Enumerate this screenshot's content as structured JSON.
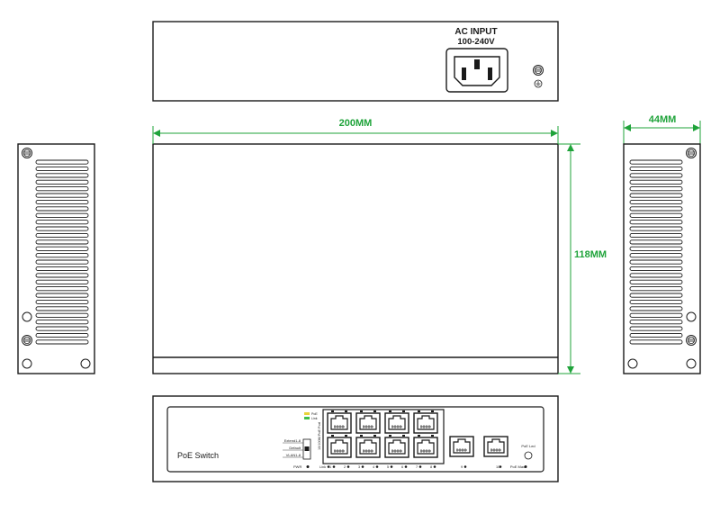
{
  "rear_panel": {
    "ac_title": "AC INPUT",
    "ac_voltage": "100-240V"
  },
  "dimensions": {
    "width": "200MM",
    "depth": "118MM",
    "height": "44MM"
  },
  "front_panel": {
    "brand": "PoE Switch",
    "led_legend": {
      "poe": "PoE",
      "link": "Link"
    },
    "speed_label": "10/100M PoE Port",
    "dip_labels": [
      "Extend1-8",
      "Default",
      "VLAN1-8"
    ],
    "pwr_label": "PWR",
    "port_labels": [
      "Link",
      "1",
      "2",
      "3",
      "4",
      "5",
      "6",
      "7",
      "8",
      "9",
      "10"
    ],
    "poe_led_label": "PoE Led",
    "poe_max_label": "PoE Max"
  },
  "colors": {
    "line": "#1a1a1a",
    "dimension": "#1fa33a",
    "led_yellow": "#e8d23a",
    "led_green": "#3fbf4a"
  }
}
